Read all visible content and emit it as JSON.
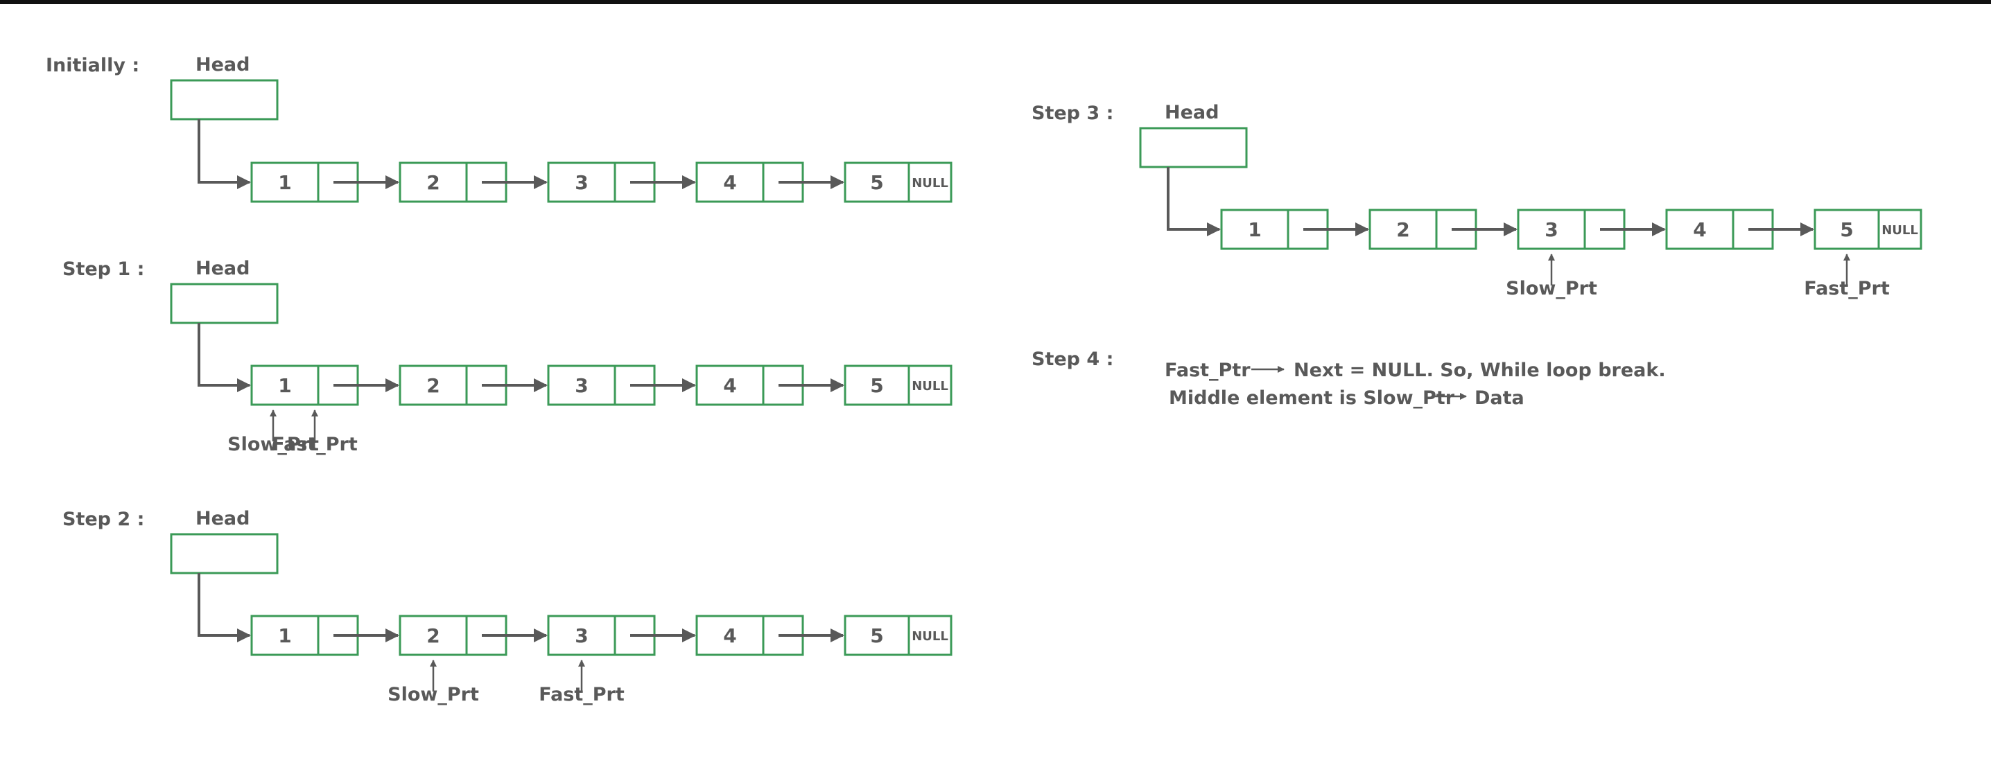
{
  "colors": {
    "node_border": "#3b9a57",
    "text": "#595959",
    "arrow": "#595959",
    "background": "#ffffff"
  },
  "panels": [
    {
      "id": "initially",
      "step_label": "Initially :",
      "head_label": "Head",
      "nodes": [
        "1",
        "2",
        "3",
        "4",
        "5"
      ],
      "null_label": "NULL",
      "pointers": []
    },
    {
      "id": "step1",
      "step_label": "Step 1 :",
      "head_label": "Head",
      "nodes": [
        "1",
        "2",
        "3",
        "4",
        "5"
      ],
      "null_label": "NULL",
      "pointers": [
        {
          "label": "Slow_Prt",
          "node": 0,
          "offset": "left"
        },
        {
          "label": "Fast_Prt",
          "node": 0,
          "offset": "right"
        }
      ]
    },
    {
      "id": "step2",
      "step_label": "Step 2 :",
      "head_label": "Head",
      "nodes": [
        "1",
        "2",
        "3",
        "4",
        "5"
      ],
      "null_label": "NULL",
      "pointers": [
        {
          "label": "Slow_Prt",
          "node": 1,
          "offset": "center"
        },
        {
          "label": "Fast_Prt",
          "node": 2,
          "offset": "center"
        }
      ]
    },
    {
      "id": "step3",
      "step_label": "Step 3 :",
      "head_label": "Head",
      "nodes": [
        "1",
        "2",
        "3",
        "4",
        "5"
      ],
      "null_label": "NULL",
      "pointers": [
        {
          "label": "Slow_Prt",
          "node": 2,
          "offset": "center"
        },
        {
          "label": "Fast_Prt",
          "node": 4,
          "offset": "center"
        }
      ]
    }
  ],
  "step4": {
    "step_label": "Step 4 :",
    "line1_part1": "Fast_Ptr",
    "line1_part2": "Next = NULL. So, While loop break.",
    "line2_part1": "Middle element is Slow_Ptr",
    "line2_part2": "Data"
  }
}
